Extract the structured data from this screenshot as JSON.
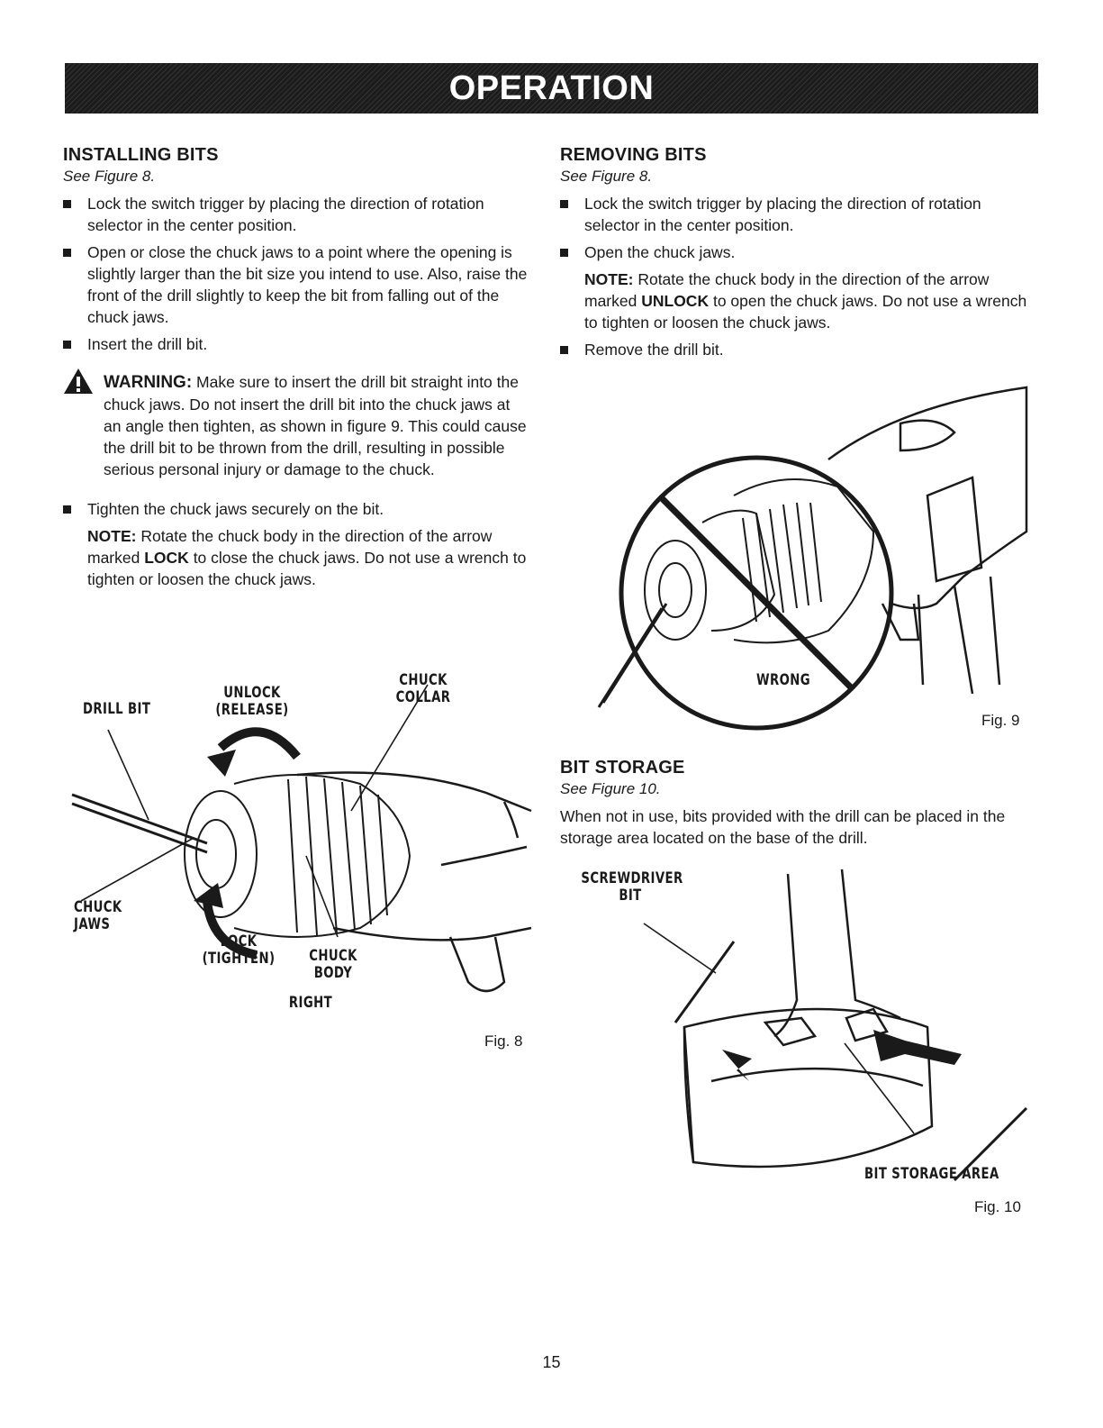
{
  "header": {
    "title": "OPERATION"
  },
  "installing": {
    "heading": "INSTALLING BITS",
    "see": "See Figure 8.",
    "bullets": [
      "Lock the switch trigger by placing the direction of rotation selector in the center position.",
      "Open or close the chuck jaws to a point where the opening is slightly larger than the bit size you intend to use. Also, raise the front of the drill slightly to keep the bit from falling out of the chuck jaws.",
      "Insert the drill bit."
    ],
    "warning_label": "WARNING:",
    "warning_text": "Make sure to insert the drill bit straight into the chuck jaws. Do not insert the drill bit into the chuck jaws at an angle then tighten, as shown in figure 9. This could cause the drill bit to be thrown from the drill, resulting in possible serious personal injury or damage to the chuck.",
    "bullet_tighten": "Tighten the chuck jaws securely on the bit.",
    "note_label": "NOTE:",
    "note_pre": "Rotate the chuck body in the direction of the arrow marked",
    "note_key": "LOCK",
    "note_post": "to close the chuck jaws. Do not use a wrench to tighten or loosen the chuck jaws."
  },
  "removing": {
    "heading": "REMOVING BITS",
    "see": "See Figure 8.",
    "bullets": [
      "Lock the switch trigger by placing the direction of rotation selector in the center position.",
      "Open the chuck jaws."
    ],
    "note_label": "NOTE:",
    "note_pre": "Rotate the chuck body in the direction of the arrow marked",
    "note_key": "UNLOCK",
    "note_post": "to open the chuck jaws. Do not use a wrench to tighten or loosen the chuck jaws.",
    "bullet_remove": "Remove the drill bit."
  },
  "storage": {
    "heading": "BIT STORAGE",
    "see": "See Figure 10.",
    "text": "When not in use, bits provided with the drill can be placed in the storage area located on the base of the drill."
  },
  "fig8": {
    "caption": "Fig. 8",
    "drill_bit": "DRILL BIT",
    "unlock_1": "UNLOCK",
    "unlock_2": "(RELEASE)",
    "collar_1": "CHUCK",
    "collar_2": "COLLAR",
    "jaws_1": "CHUCK",
    "jaws_2": "JAWS",
    "lock_1": "LOCK",
    "lock_2": "(TIGHTEN)",
    "body_1": "CHUCK",
    "body_2": "BODY",
    "right": "RIGHT"
  },
  "fig9": {
    "caption": "Fig. 9",
    "wrong": "WRONG"
  },
  "fig10": {
    "caption": "Fig. 10",
    "screwdriver_1": "SCREWDRIVER",
    "screwdriver_2": "BIT",
    "storage_area": "BIT STORAGE AREA"
  },
  "page_number": "15"
}
